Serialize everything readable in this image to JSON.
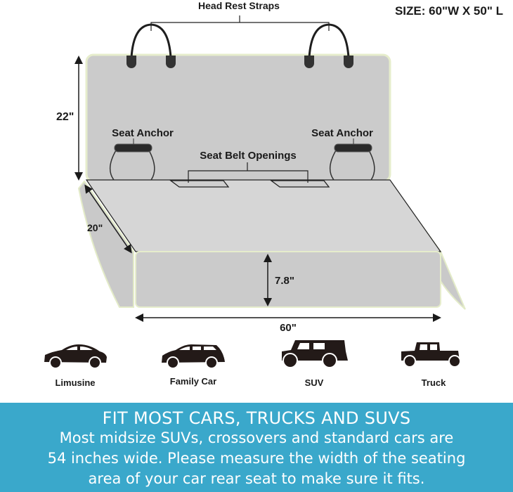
{
  "header": {
    "size_label": "SIZE: 60\"W X 50\" L"
  },
  "diagram": {
    "head_rest_straps": "Head Rest Straps",
    "seat_anchor_left": "Seat Anchor",
    "seat_anchor_right": "Seat Anchor",
    "seat_belt_openings": "Seat Belt Openings",
    "dim_height": "22\"",
    "dim_depth": "20\"",
    "dim_flap": "7.8\"",
    "dim_width": "60\"",
    "colors": {
      "panel": "#cbcbcb",
      "seat": "#d6d6d6",
      "outline": "#e8efd0",
      "strap": "#1e1e1e"
    }
  },
  "vehicles": [
    {
      "label": "Limusine",
      "icon": "sedan-icon"
    },
    {
      "label": "Family Car",
      "icon": "hatchback-icon"
    },
    {
      "label": "SUV",
      "icon": "suv-icon"
    },
    {
      "label": "Truck",
      "icon": "truck-icon"
    }
  ],
  "banner": {
    "title": "FIT MOST CARS, TRUCKS AND SUVS",
    "lines": [
      "Most midsize SUVs, crossovers and standard cars are",
      "54 inches wide. Please measure the width of the seating",
      "area of your car rear seat to make sure it fits."
    ],
    "color": "#3aa8cb"
  }
}
